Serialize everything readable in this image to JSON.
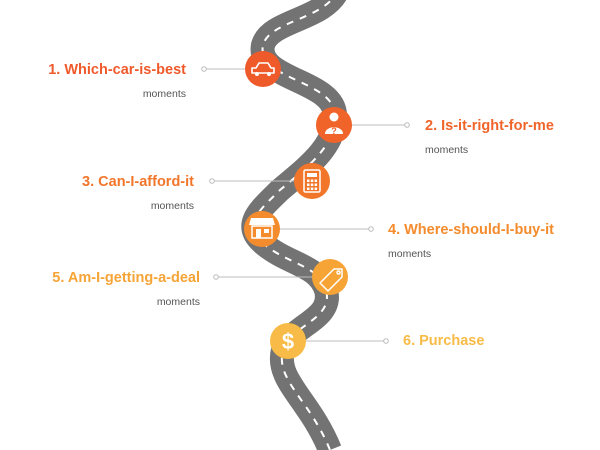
{
  "colors": {
    "road": "#737373",
    "road_stripe": "#ffffff",
    "connector": "#bdbdbd",
    "stage_colors": [
      "#ef5a2b",
      "#f0642a",
      "#f2762a",
      "#f48b2c",
      "#f6a436",
      "#f8bb47"
    ]
  },
  "stages": [
    {
      "title": "1. Which-car-is-best",
      "subtitle": "moments",
      "icon": "car-icon"
    },
    {
      "title": "2. Is-it-right-for-me",
      "subtitle": "moments",
      "icon": "person-question-icon"
    },
    {
      "title": "3. Can-I-afford-it",
      "subtitle": "moments",
      "icon": "calculator-icon"
    },
    {
      "title": "4. Where-should-I-buy-it",
      "subtitle": "moments",
      "icon": "storefront-icon"
    },
    {
      "title": "5. Am-I-getting-a-deal",
      "subtitle": "moments",
      "icon": "price-tag-icon"
    },
    {
      "title": "6. Purchase",
      "subtitle": "",
      "icon": "dollar-icon"
    }
  ]
}
